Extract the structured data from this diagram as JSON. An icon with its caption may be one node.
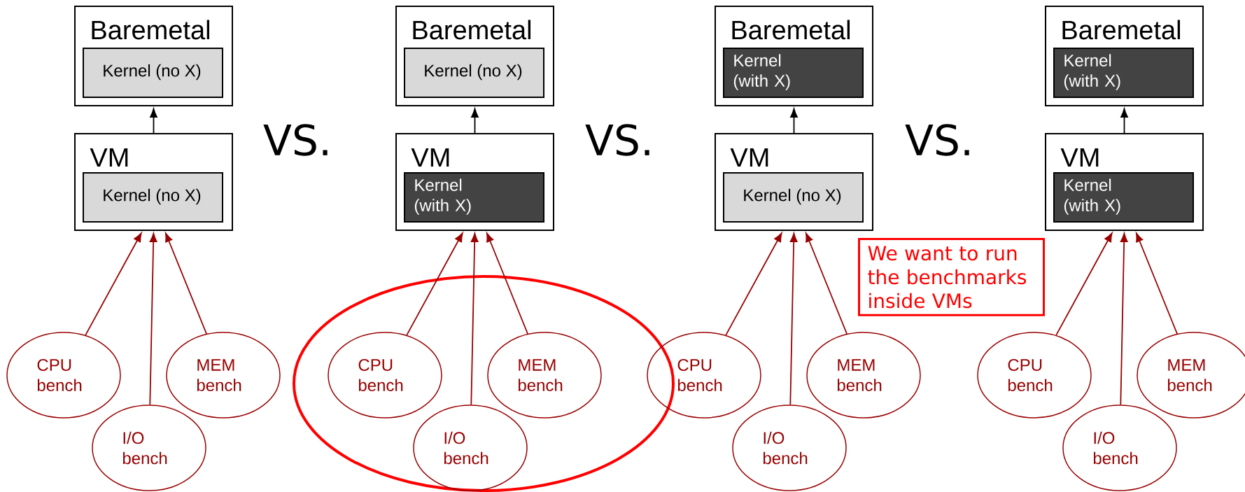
{
  "diagram": {
    "nodes": [
      {
        "text": [
          "Baremetal"
        ]
      },
      {
        "text": [
          "Kernel (no X)"
        ],
        "in": 0
      },
      {
        "text": [
          "VM"
        ]
      },
      {
        "text": [
          "Kernel (no X)"
        ],
        "in": 2
      },
      {
        "text": [
          "CPU bench"
        ]
      },
      {
        "text": [
          "MEM bench"
        ]
      },
      {
        "text": [
          "I/O bench"
        ]
      },
      {
        "text": [
          "Baremetal"
        ]
      },
      {
        "text": [
          "Kernel (no X)"
        ],
        "in": 7
      },
      {
        "text": [
          "VM"
        ]
      },
      {
        "text": [
          "Kernel (with X)"
        ],
        "in": 9
      },
      {
        "text": [],
        "shape": "ellipse"
      },
      {
        "text": [
          "CPU bench"
        ],
        "in": 11
      },
      {
        "text": [
          "MEM bench"
        ],
        "in": 11
      },
      {
        "text": [
          "I/O bench"
        ],
        "in": 11
      },
      {
        "text": [
          "Baremetal"
        ]
      },
      {
        "text": [
          "Kernel (with X)"
        ],
        "in": 15
      },
      {
        "text": [
          "VM"
        ]
      },
      {
        "text": [
          "Kernel (no X)"
        ],
        "in": 17
      },
      {
        "text": [
          "CPU bench"
        ]
      },
      {
        "text": [
          "MEM bench"
        ]
      },
      {
        "text": [
          "I/O bench"
        ]
      },
      {
        "text": [
          "Baremetal"
        ]
      },
      {
        "text": [
          "Kernel (with X)"
        ],
        "in": 22
      },
      {
        "text": [
          "VM"
        ]
      },
      {
        "text": [
          "Kernel (with X)"
        ],
        "in": 24
      },
      {
        "text": [
          "CPU bench"
        ]
      },
      {
        "text": [
          "MEM bench"
        ]
      },
      {
        "text": [
          "I/O bench"
        ]
      },
      {
        "text": [
          "We want to run the benchmarks inside VMs"
        ]
      }
    ],
    "edges": [
      {
        "from": 2,
        "to": 0,
        "arrow": "to",
        "color": "#000000"
      },
      {
        "from": 4,
        "to": 2,
        "arrow": "to"
      },
      {
        "from": 6,
        "to": 2,
        "arrow": "to"
      },
      {
        "from": 5,
        "to": 2,
        "arrow": "to"
      },
      {
        "from": 9,
        "to": 7,
        "arrow": "to",
        "color": "#000000"
      },
      {
        "from": 12,
        "to": 9,
        "arrow": "to"
      },
      {
        "from": 14,
        "to": 9,
        "arrow": "to"
      },
      {
        "from": 13,
        "to": 9,
        "arrow": "to"
      },
      {
        "from": 17,
        "to": 15,
        "arrow": "to",
        "color": "#000000"
      },
      {
        "from": 19,
        "to": 17,
        "arrow": "to"
      },
      {
        "from": 21,
        "to": 17,
        "arrow": "to"
      },
      {
        "from": 20,
        "to": 17,
        "arrow": "to"
      },
      {
        "from": 24,
        "to": 22,
        "arrow": "to",
        "color": "#000000"
      },
      {
        "from": 26,
        "to": 24,
        "arrow": "to"
      },
      {
        "from": 28,
        "to": 24,
        "arrow": "to"
      },
      {
        "from": 27,
        "to": 24,
        "arrow": "to"
      }
    ],
    "labels": [
      "VS.",
      "VS.",
      "VS."
    ]
  }
}
